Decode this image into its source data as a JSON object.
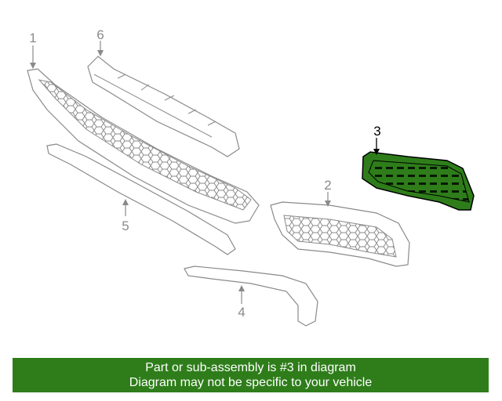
{
  "callouts": {
    "part1": "1",
    "part2": "2",
    "part3": "3",
    "part4": "4",
    "part5": "5",
    "part6": "6"
  },
  "banner": {
    "line1": "Part or sub-assembly is #3 in diagram",
    "line2": "Diagram may not be specific to your vehicle"
  },
  "colors": {
    "highlight_fill": "#2e7d1a",
    "line_gray": "#8a8a8a",
    "banner_bg": "#2e7d1a"
  }
}
